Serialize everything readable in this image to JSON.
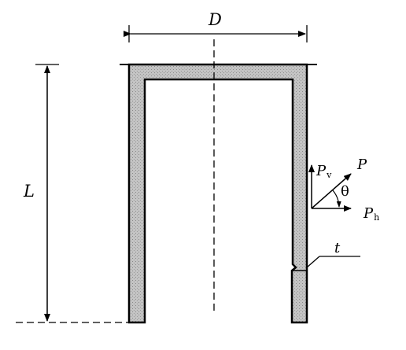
{
  "labels": {
    "diameter": "D",
    "length": "L",
    "thickness": "t",
    "force": "P",
    "force_vertical": "P",
    "force_vertical_sub": "v",
    "force_horizontal": "P",
    "force_horizontal_sub": "h",
    "angle": "θ"
  },
  "colors": {
    "wall_fill": "#bdbdbd",
    "line": "#000000",
    "background": "#ffffff"
  }
}
